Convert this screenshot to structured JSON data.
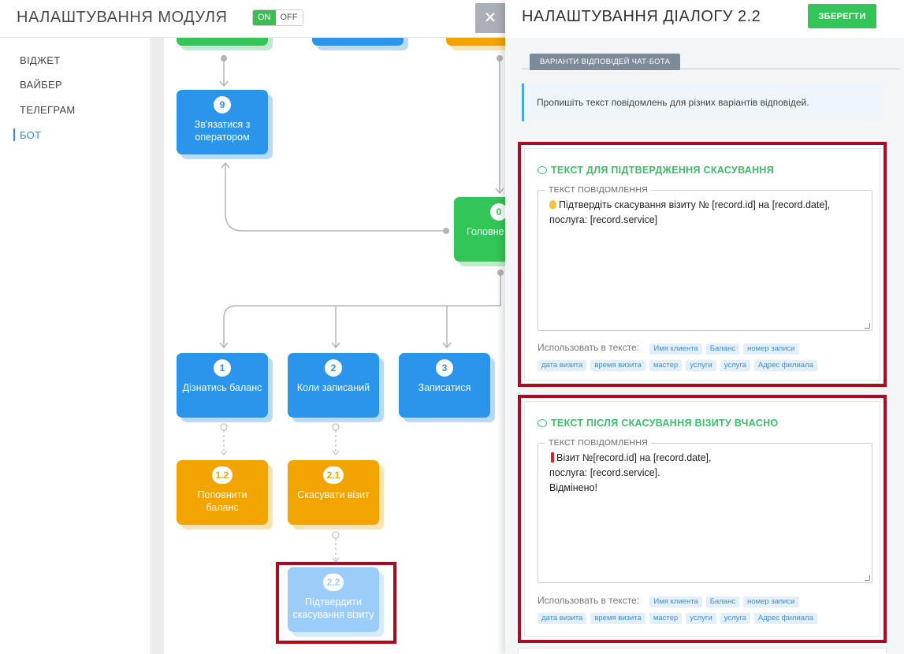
{
  "app": {
    "title": "НАЛАШТУВАННЯ МОДУЛЯ",
    "toggle_on": "ON",
    "toggle_off": "OFF",
    "close_glyph": "✕"
  },
  "sidebar": {
    "items": [
      {
        "label": "ВІДЖЕТ"
      },
      {
        "label": "ВАЙБЕР"
      },
      {
        "label": "ТЕЛЕГРАМ"
      },
      {
        "label": "БОТ",
        "active": true
      }
    ]
  },
  "flow": {
    "nodes": [
      {
        "num": "9",
        "label": "Зв'язатися з оператором",
        "color": "blue"
      },
      {
        "num": "0",
        "label": "Головне",
        "color": "green"
      },
      {
        "num": "1",
        "label": "Дізнатись баланс",
        "color": "blue"
      },
      {
        "num": "2",
        "label": "Коли записаний",
        "color": "blue"
      },
      {
        "num": "3",
        "label": "Записатися",
        "color": "blue"
      },
      {
        "num": "1.2",
        "label": "Поповнити баланс",
        "color": "orange"
      },
      {
        "num": "2.1",
        "label": "Скасувати візит",
        "color": "orange"
      },
      {
        "num": "2.2",
        "label": "Підтвердити скасування візиту",
        "color": "light"
      }
    ]
  },
  "panel": {
    "title": "НАЛАШТУВАННЯ ДІАЛОГУ 2.2",
    "save_label": "ЗБЕРЕГТИ",
    "tab_label": "ВАРІАНТИ ВІДПОВІДЕЙ ЧАТ-БОТА",
    "info_text": "Пропишіть текст повідомлень для різних варіантів відповідей.",
    "cards": [
      {
        "title": "ТЕКСТ ДЛЯ ПІДТВЕРДЖЕННЯ СКАСУВАННЯ",
        "legend": "ТЕКСТ ПОВІДОМЛЕННЯ",
        "message": "Підтвердіть скасування візиту № [record.id] на [record.date],\nпослуга: [record.service]",
        "emoji": "bulb-icon",
        "tags_label": "Использовать в тексте:",
        "tags": [
          "Имя клиента",
          "Баланс",
          "номер записи",
          "дата визита",
          "время визита",
          "мастер",
          "услуги",
          "услуга",
          "Адрес филиала"
        ]
      },
      {
        "title": "ТЕКСТ ПІСЛЯ СКАСУВАННЯ ВІЗИТУ ВЧАСНО",
        "legend": "ТЕКСТ ПОВІДОМЛЕННЯ",
        "message": "Візит №[record.id] на [record.date],\nпослуга: [record.service].\nВідмінено!",
        "emoji": "exclamation-icon",
        "tags_label": "Использовать в тексте:",
        "tags": [
          "Имя клиента",
          "Баланс",
          "номер записи",
          "дата визита",
          "время визита",
          "мастер",
          "услуги",
          "услуга",
          "Адрес филиала"
        ]
      }
    ]
  },
  "colors": {
    "accent_green": "#33c557",
    "accent_blue": "#2b95ec",
    "accent_orange": "#f2a400",
    "highlight_red": "#ac0a1e"
  }
}
